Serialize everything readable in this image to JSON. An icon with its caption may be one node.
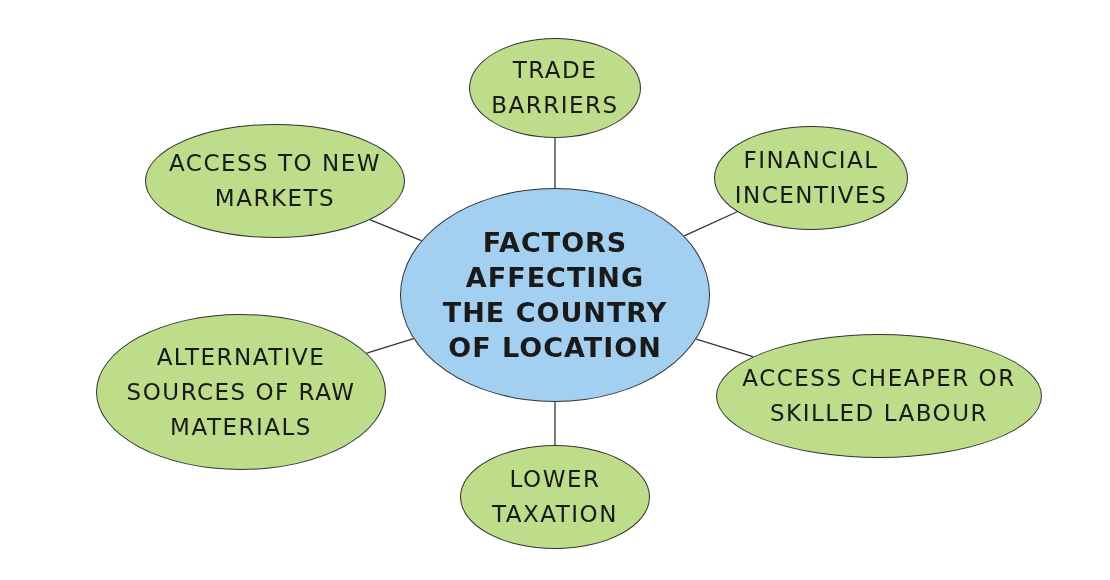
{
  "diagram": {
    "nodes": [
      {
        "text": [
          "FACTORS AFFECTING THE COUNTRY OF LOCATION"
        ]
      },
      {
        "text": [
          "TRADE BARRIERS"
        ]
      },
      {
        "text": [
          "ACCESS TO NEW MARKETS"
        ]
      },
      {
        "text": [
          "FINANCIAL INCENTIVES"
        ]
      },
      {
        "text": [
          "ALTERNATIVE SOURCES OF RAW MATERIALS"
        ]
      },
      {
        "text": [
          "ACCESS CHEAPER OR SKILLED LABOUR"
        ]
      },
      {
        "text": [
          "LOWER TAXATION"
        ]
      }
    ],
    "edges": [
      {
        "from": 0,
        "to": 1,
        "arrow": "none"
      },
      {
        "from": 0,
        "to": 2,
        "arrow": "none"
      },
      {
        "from": 0,
        "to": 3,
        "arrow": "none"
      },
      {
        "from": 0,
        "to": 4,
        "arrow": "none"
      },
      {
        "from": 0,
        "to": 5,
        "arrow": "none"
      },
      {
        "from": 0,
        "to": 6,
        "arrow": "none"
      }
    ]
  }
}
